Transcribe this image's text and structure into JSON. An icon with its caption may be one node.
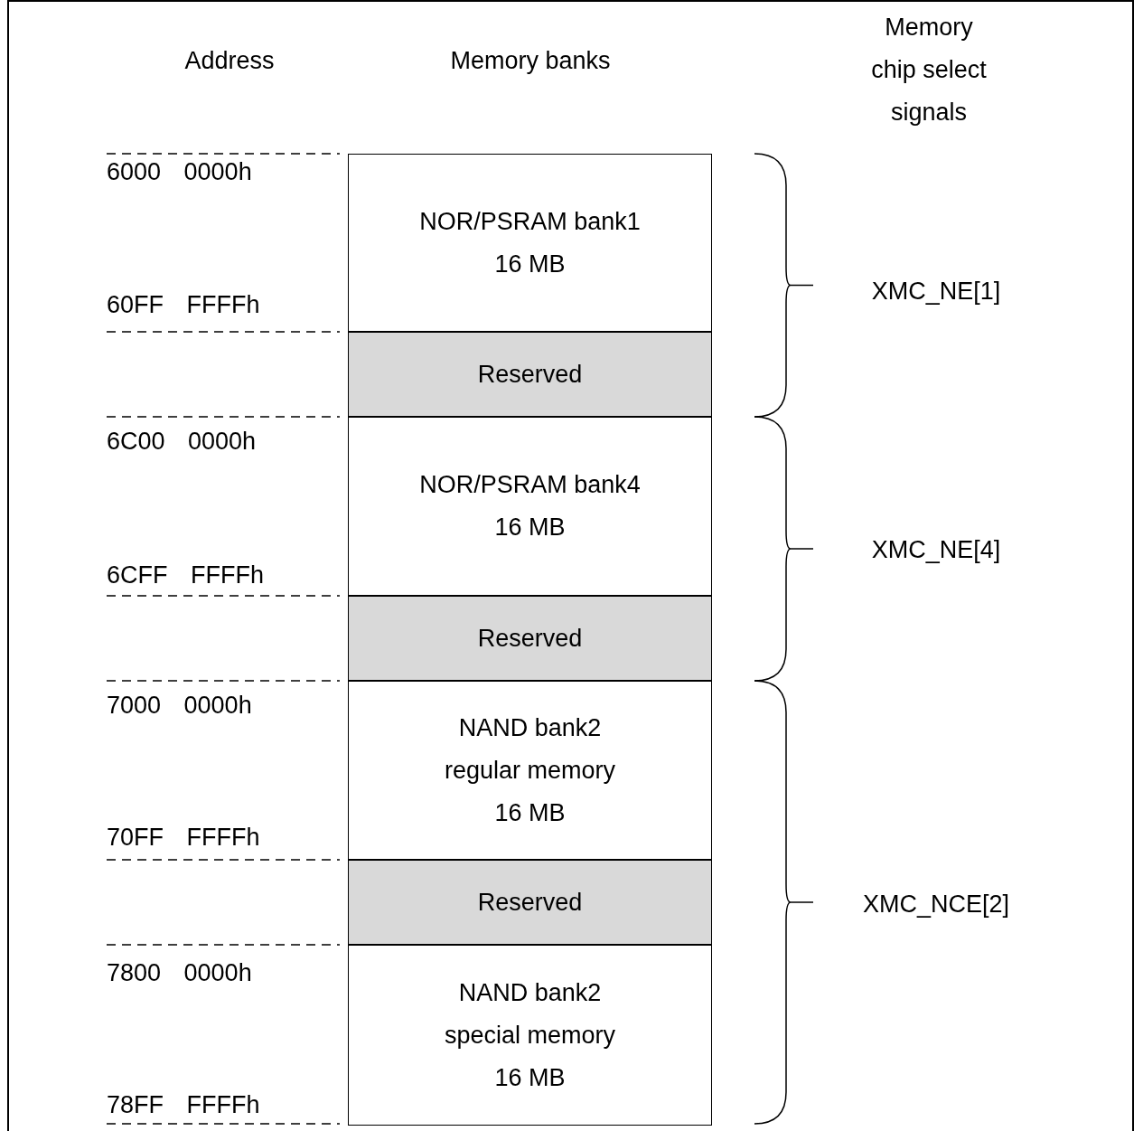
{
  "diagram": {
    "nodes": [
      {
        "text": [
          "NOR/PSRAM bank1 16 MB"
        ]
      },
      {
        "text": [
          "Reserved"
        ]
      },
      {
        "text": [
          "NOR/PSRAM bank4 16 MB"
        ]
      },
      {
        "text": [
          "Reserved"
        ]
      },
      {
        "text": [
          "NAND bank2 regular memory 16 MB"
        ]
      },
      {
        "text": [
          "Reserved"
        ]
      },
      {
        "text": [
          "NAND bank2 special memory 16 MB"
        ]
      }
    ],
    "edges": [],
    "labels": [
      "Address",
      "Memory banks",
      "Memory chip select signals",
      "6000 0000h",
      "60FF FFFFh",
      "XMC_NE[1]",
      "6C00 0000h",
      "6CFF FFFFh",
      "XMC_NE[4]",
      "7000 0000h",
      "70FF FFFFh",
      "XMC_NCE[2]",
      "7800 0000h",
      "78FF FFFFh"
    ]
  }
}
